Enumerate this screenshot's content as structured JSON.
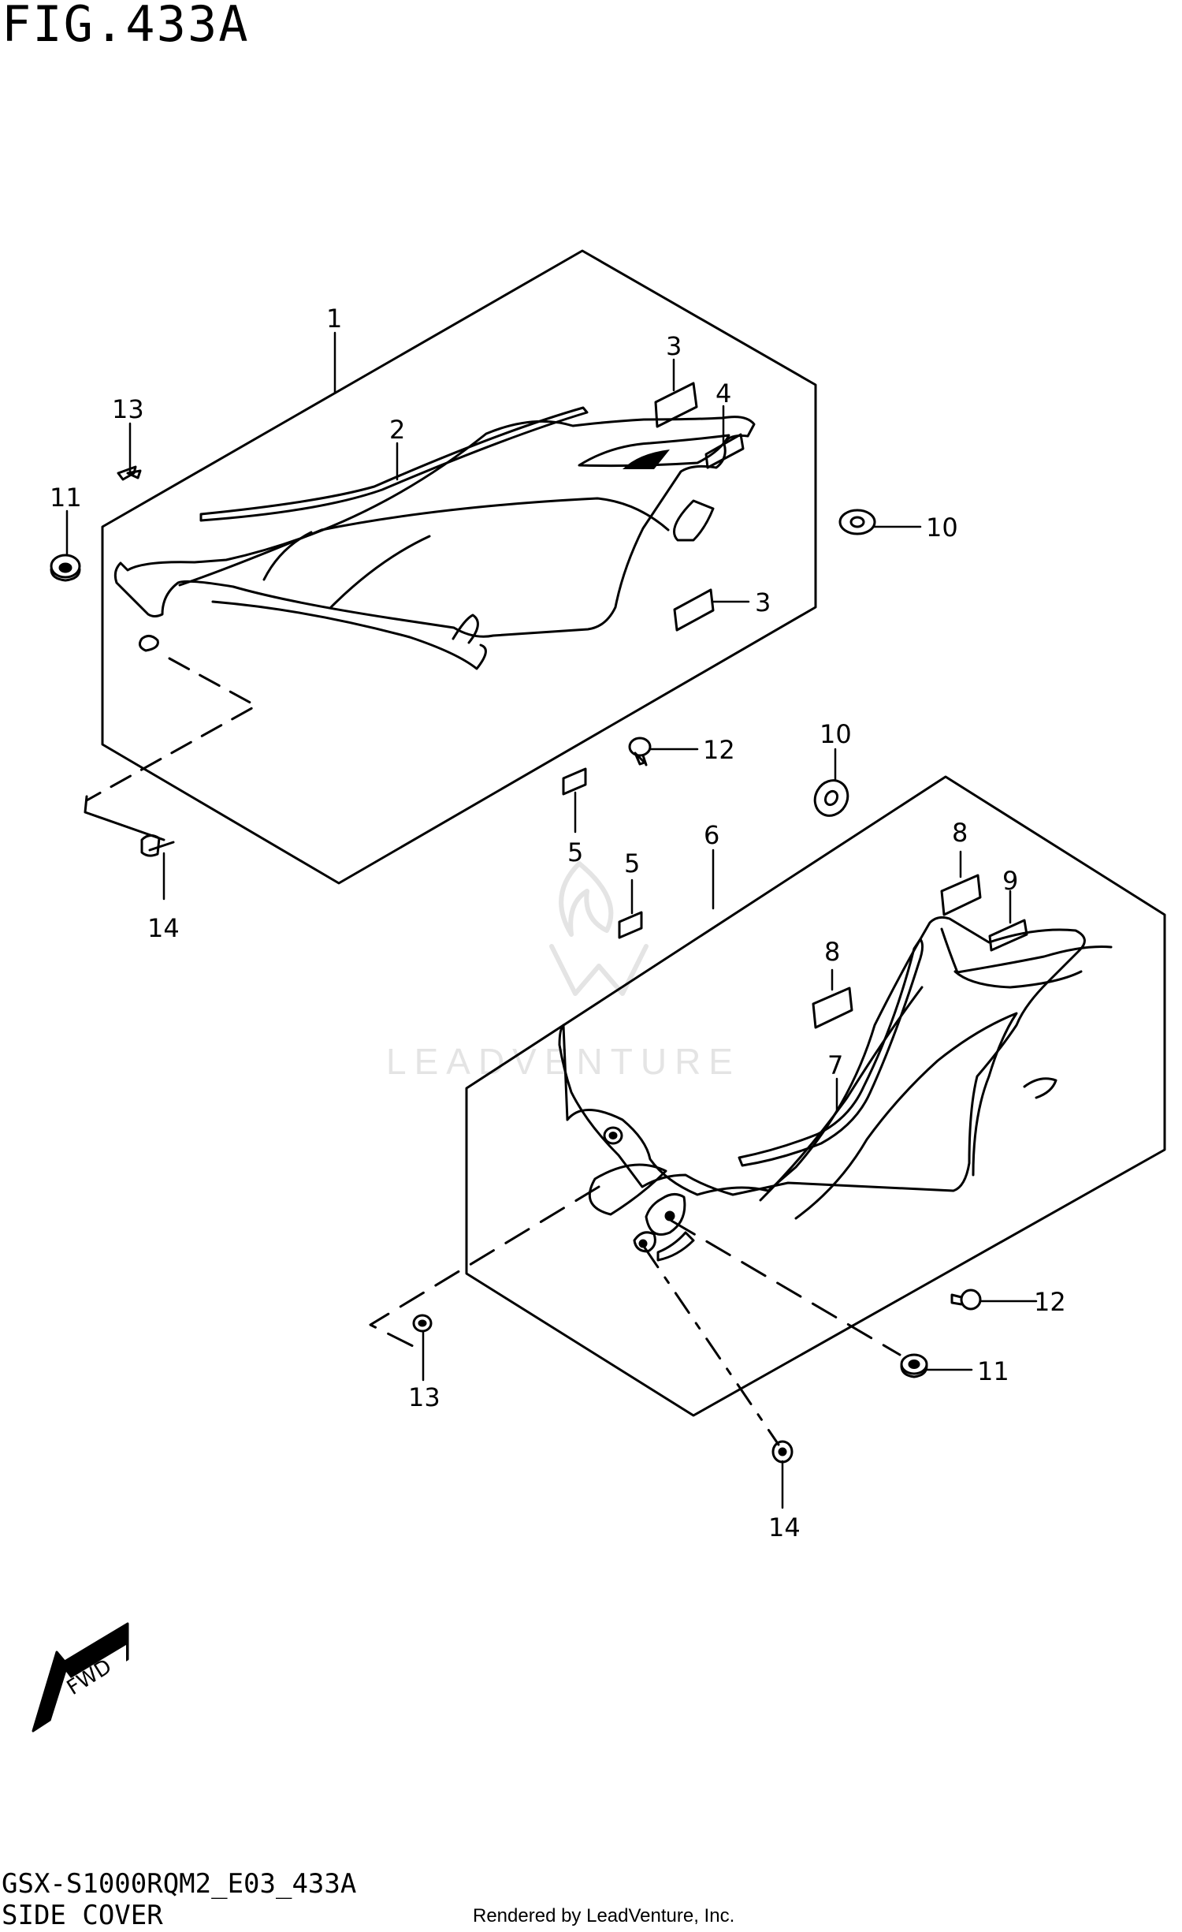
{
  "figure": {
    "title": "FIG.433A",
    "model_code": "GSX-S1000RQM2_E03_433A",
    "section_name": "SIDE COVER",
    "rendered_by": "Rendered by LeadVenture, Inc.",
    "watermark": "LEADVENTURE"
  },
  "fwd_label": "FWD",
  "callouts": {
    "c1": "1",
    "c2": "2",
    "c3a": "3",
    "c3b": "3",
    "c4": "4",
    "c5a": "5",
    "c5b": "5",
    "c6": "6",
    "c7": "7",
    "c8a": "8",
    "c8b": "8",
    "c9": "9",
    "c10a": "10",
    "c10b": "10",
    "c11a": "11",
    "c11b": "11",
    "c12a": "12",
    "c12b": "12",
    "c13a": "13",
    "c13b": "13",
    "c14a": "14",
    "c14b": "14"
  },
  "colors": {
    "line": "#000000",
    "background": "#ffffff",
    "watermark": "#e4e4e4"
  }
}
